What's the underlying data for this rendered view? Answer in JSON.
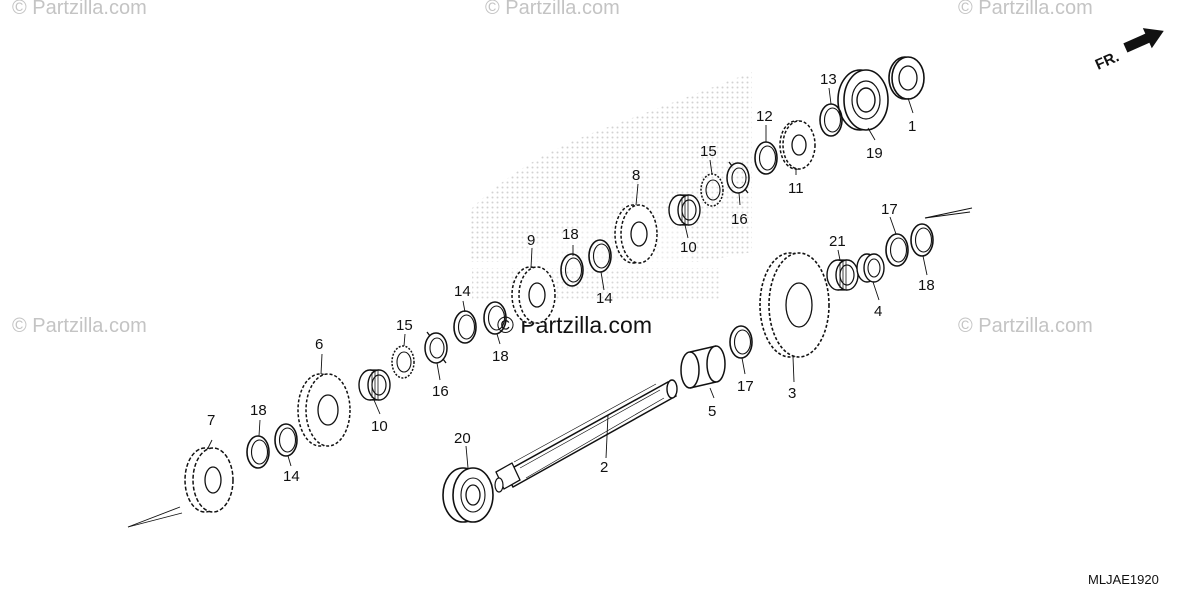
{
  "watermark": "© Partzilla.com",
  "center_watermark": "Partzilla.com",
  "diagram_code": "MLJAE1920",
  "front_label": "FR.",
  "colors": {
    "line": "#111111",
    "watermark": "#c4c4c4",
    "logo_dots": "#d7d7d7"
  },
  "callouts": [
    "1",
    "2",
    "3",
    "4",
    "5",
    "6",
    "7",
    "8",
    "9",
    "10",
    "10",
    "11",
    "12",
    "13",
    "14",
    "14",
    "14",
    "15",
    "15",
    "16",
    "16",
    "17",
    "17",
    "18",
    "18",
    "18",
    "18",
    "19",
    "20",
    "21"
  ]
}
